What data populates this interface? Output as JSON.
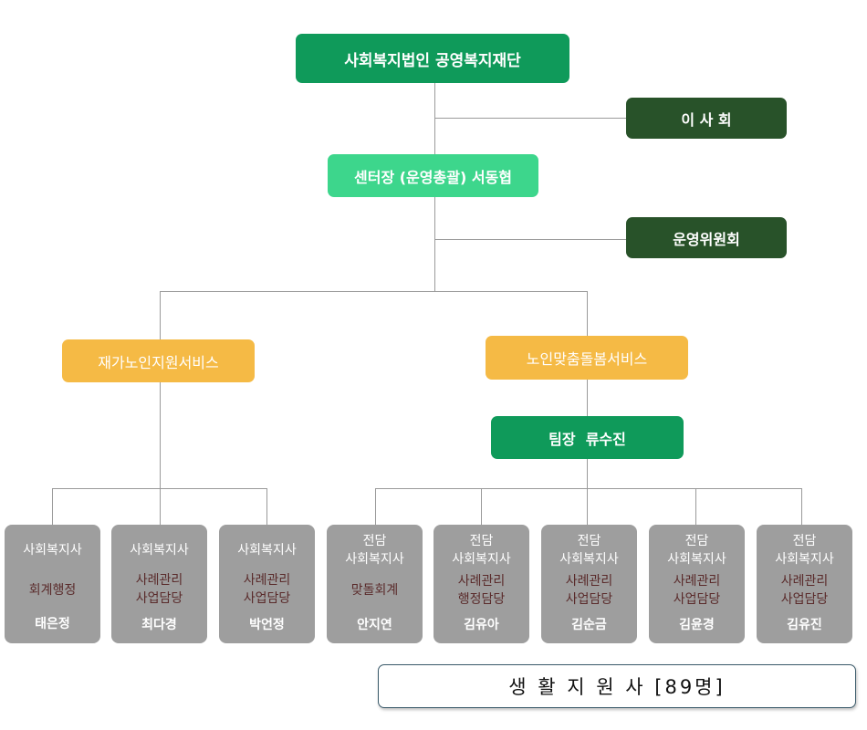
{
  "org": {
    "foundation": "사회복지법인 공영복지재단",
    "board": "이 사 회",
    "director": "센터장 (운영총괄) 서동협",
    "committee": "운영위원회",
    "left_service": "재가노인지원서비스",
    "right_service": "노인맞춤돌봄서비스",
    "team_leader": "팀장  류수진"
  },
  "staff": [
    {
      "role1": "",
      "role2": "사회복지사",
      "task1": "회계행정",
      "task2": "",
      "name": "태은정"
    },
    {
      "role1": "",
      "role2": "사회복지사",
      "task1": "사례관리",
      "task2": "사업담당",
      "name": "최다경"
    },
    {
      "role1": "",
      "role2": "사회복지사",
      "task1": "사례관리",
      "task2": "사업담당",
      "name": "박언정"
    },
    {
      "role1": "전담",
      "role2": "사회복지사",
      "task1": "맞돌회계",
      "task2": "",
      "name": "안지연"
    },
    {
      "role1": "전담",
      "role2": "사회복지사",
      "task1": "사례관리",
      "task2": "행정담당",
      "name": "김유아"
    },
    {
      "role1": "전담",
      "role2": "사회복지사",
      "task1": "사례관리",
      "task2": "사업담당",
      "name": "김순금"
    },
    {
      "role1": "전담",
      "role2": "사회복지사",
      "task1": "사례관리",
      "task2": "사업담당",
      "name": "김윤경"
    },
    {
      "role1": "전담",
      "role2": "사회복지사",
      "task1": "사례관리",
      "task2": "사업담당",
      "name": "김유진"
    }
  ],
  "summary": "생 활 지 원 사 [89명]"
}
